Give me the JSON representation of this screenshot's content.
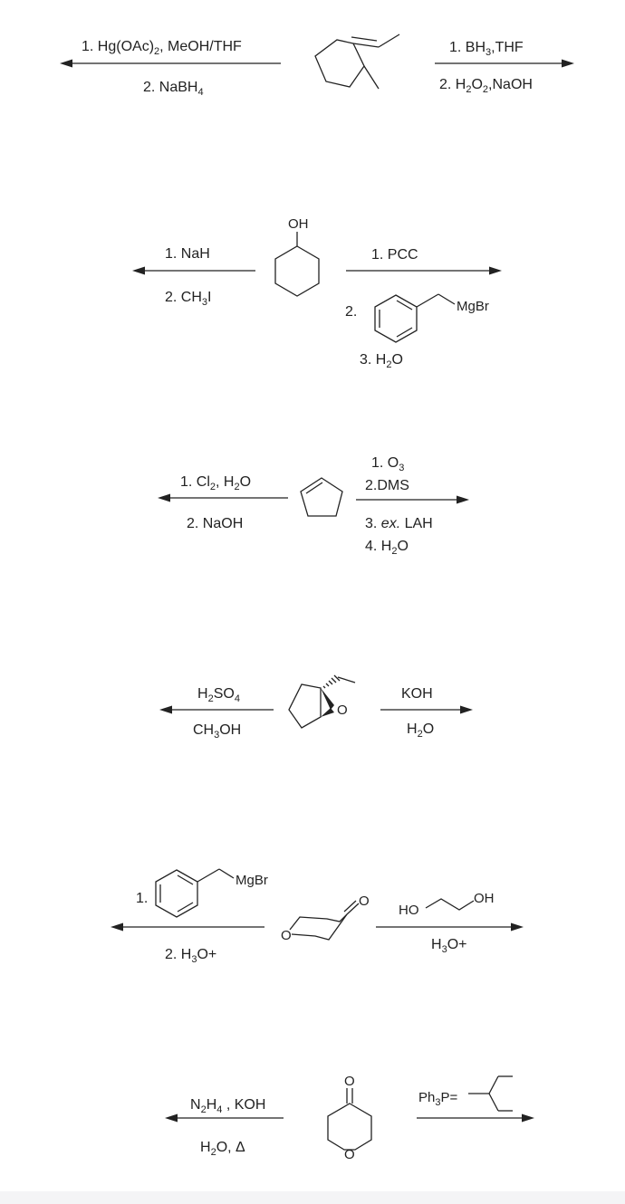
{
  "reactions": [
    {
      "id": "r1",
      "left_reagents": [
        "1. Hg(OAc)2, MeOH/THF",
        "2. NaBH4"
      ],
      "right_reagents": [
        "1. BH3,THF",
        "2. H2O2,NaOH"
      ]
    },
    {
      "id": "r2",
      "substituent": "OH",
      "left_reagents": [
        "1. NaH",
        "2. CH3I"
      ],
      "right_reagents": [
        "1. PCC",
        "2.",
        "3. H2O"
      ],
      "grignard_label": "MgBr"
    },
    {
      "id": "r3",
      "left_reagents": [
        "1. Cl2, H2O",
        "2. NaOH"
      ],
      "right_reagents": [
        "1. O3",
        "2.DMS",
        "3. ex. LAH",
        "4. H2O"
      ]
    },
    {
      "id": "r4",
      "epoxide_atom": "O",
      "left_reagents": [
        "H2SO4",
        "CH3OH"
      ],
      "right_reagents": [
        "KOH",
        "H2O"
      ]
    },
    {
      "id": "r5",
      "ring_atoms": [
        "O",
        "O"
      ],
      "left_reagents": [
        "1.",
        "2. H3O+"
      ],
      "grignard_label": "MgBr",
      "right_reagents": [
        "H3O+"
      ],
      "diol_labels": [
        "HO",
        "OH"
      ]
    },
    {
      "id": "r6",
      "ring_atoms": [
        "O",
        "O"
      ],
      "left_reagents": [
        "N2H4 , KOH",
        "H2O, Δ"
      ],
      "ylide_label": "Ph3P="
    }
  ]
}
